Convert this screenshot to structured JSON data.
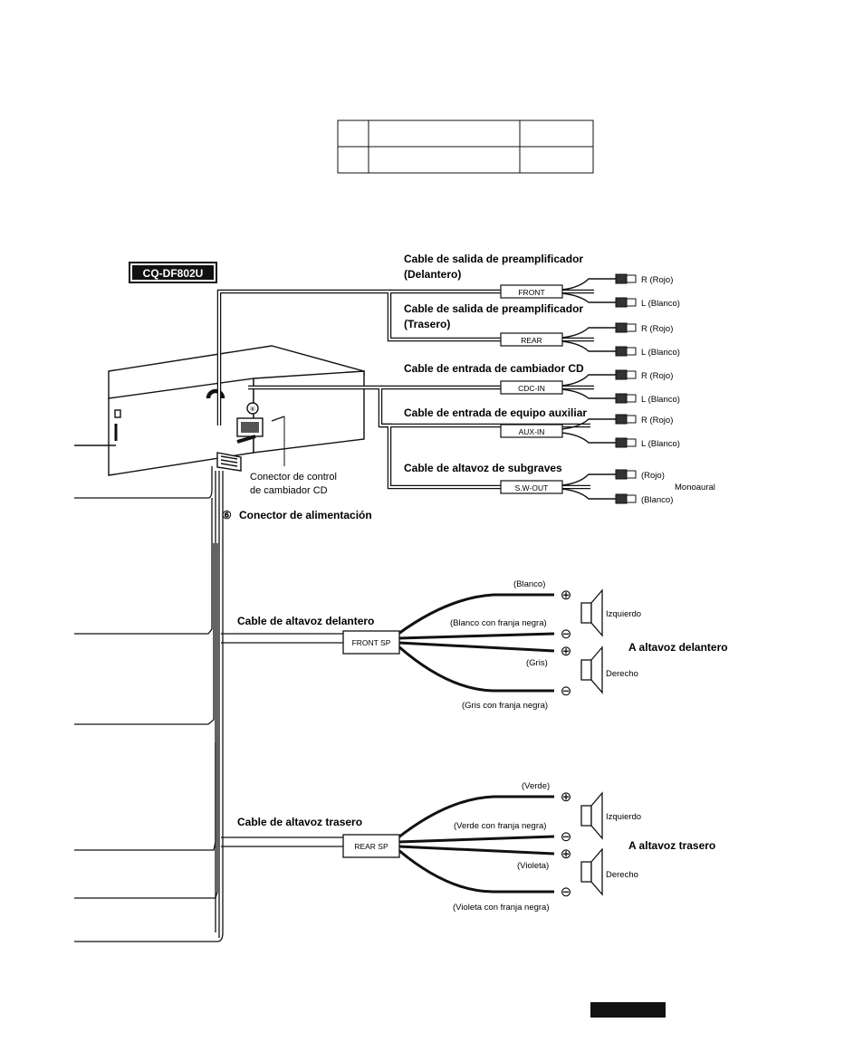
{
  "model": "CQ-DF802U",
  "header_table": {
    "rows": 2,
    "cols": 3
  },
  "preout_front": {
    "title": "Cable de salida de preamplificador",
    "sub": "(Delantero)",
    "box": "FRONT",
    "r": "R (Rojo)",
    "l": "L (Blanco)"
  },
  "preout_rear": {
    "title": "Cable de salida de preamplificador",
    "sub": "(Trasero)",
    "box": "REAR",
    "r": "R (Rojo)",
    "l": "L (Blanco)"
  },
  "cdc_in": {
    "title": "Cable de entrada de cambiador CD",
    "box": "CDC-IN",
    "r": "R (Rojo)",
    "l": "L (Blanco)"
  },
  "aux_in": {
    "title": "Cable de entrada de equipo auxiliar",
    "box": "AUX-IN",
    "r": "R (Rojo)",
    "l": "L (Blanco)"
  },
  "sw_out": {
    "title": "Cable de altavoz de subgraves",
    "box": "S.W-OUT",
    "r": "(Rojo)",
    "l": "(Blanco)",
    "mono": "Monoaural"
  },
  "cd_control": {
    "line1": "Conector de control",
    "line2": "de cambiador CD"
  },
  "power": {
    "num": "⑥",
    "label": "Conector de alimentación"
  },
  "front_sp": {
    "title": "Cable de altavoz delantero",
    "box": "FRONT SP",
    "to": "A altavoz delantero",
    "w1": "(Blanco)",
    "w2": "(Blanco con franja negra)",
    "w3": "(Gris)",
    "w4": "(Gris con franja negra)",
    "left": "Izquierdo",
    "right": "Derecho"
  },
  "rear_sp": {
    "title": "Cable de altavoz trasero",
    "box": "REAR SP",
    "to": "A altavoz trasero",
    "w1": "(Verde)",
    "w2": "(Verde con franja negra)",
    "w3": "(Violeta)",
    "w4": "(Violeta con franja negra)",
    "left": "Izquierdo",
    "right": "Derecho"
  },
  "symbols": {
    "plus": "⊕",
    "minus": "⊖"
  },
  "colors": {
    "ink": "#111111",
    "paper": "#ffffff"
  }
}
